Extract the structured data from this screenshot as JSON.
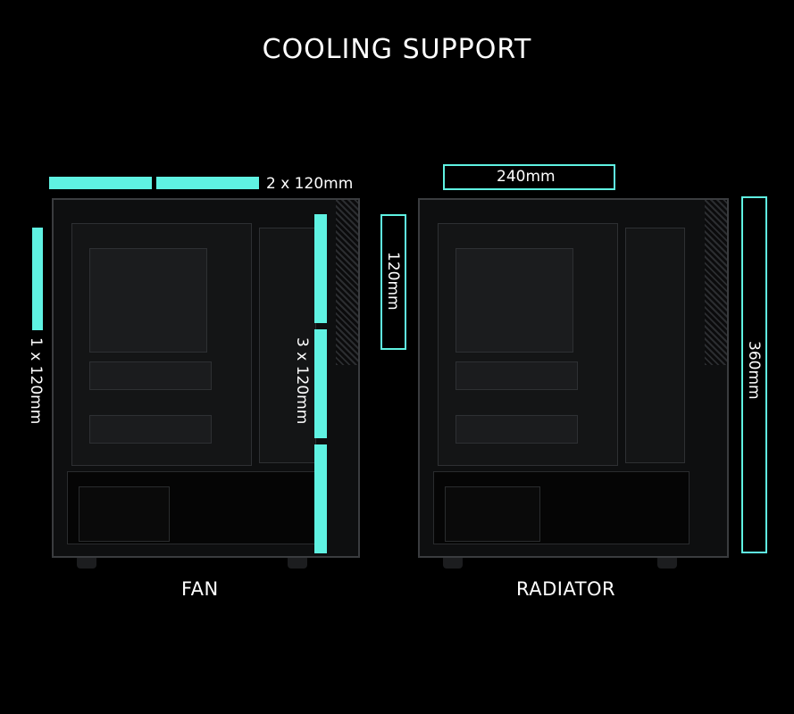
{
  "title": "COOLING SUPPORT",
  "fan": {
    "caption": "FAN",
    "top_label": "2 x 120mm",
    "rear_label": "1 x 120mm",
    "front_label": "3 x 120mm"
  },
  "radiator": {
    "caption": "RADIATOR",
    "top_label": "240mm",
    "rear_label": "120mm",
    "front_label": "360mm"
  },
  "colors": {
    "accent": "#5ff2e2",
    "background": "#000000"
  }
}
